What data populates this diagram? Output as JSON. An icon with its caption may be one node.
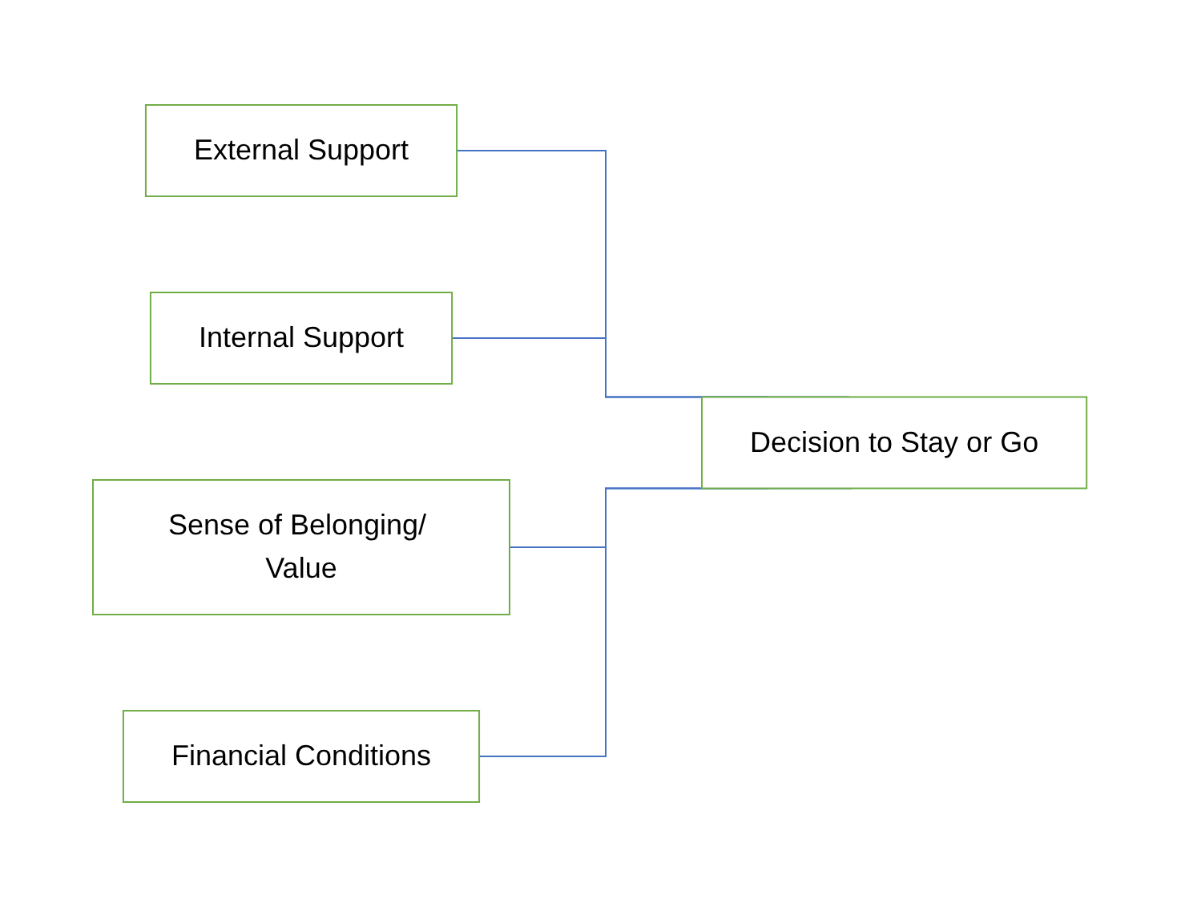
{
  "diagram": {
    "nodes": [
      {
        "text": [
          "External Support"
        ]
      },
      {
        "text": [
          "Internal Support"
        ]
      },
      {
        "text": [
          "Sense of Belonging/ Value"
        ]
      },
      {
        "text": [
          "Decision to Stay or Go"
        ]
      },
      {
        "text": [
          "Financial Conditions"
        ]
      }
    ],
    "edges": [
      {
        "from": 0,
        "to": 3,
        "arrow": "none"
      },
      {
        "from": 1,
        "to": 3,
        "arrow": "none"
      },
      {
        "from": 2,
        "to": 3,
        "arrow": "none"
      },
      {
        "from": 4,
        "to": 3,
        "arrow": "none"
      }
    ]
  }
}
